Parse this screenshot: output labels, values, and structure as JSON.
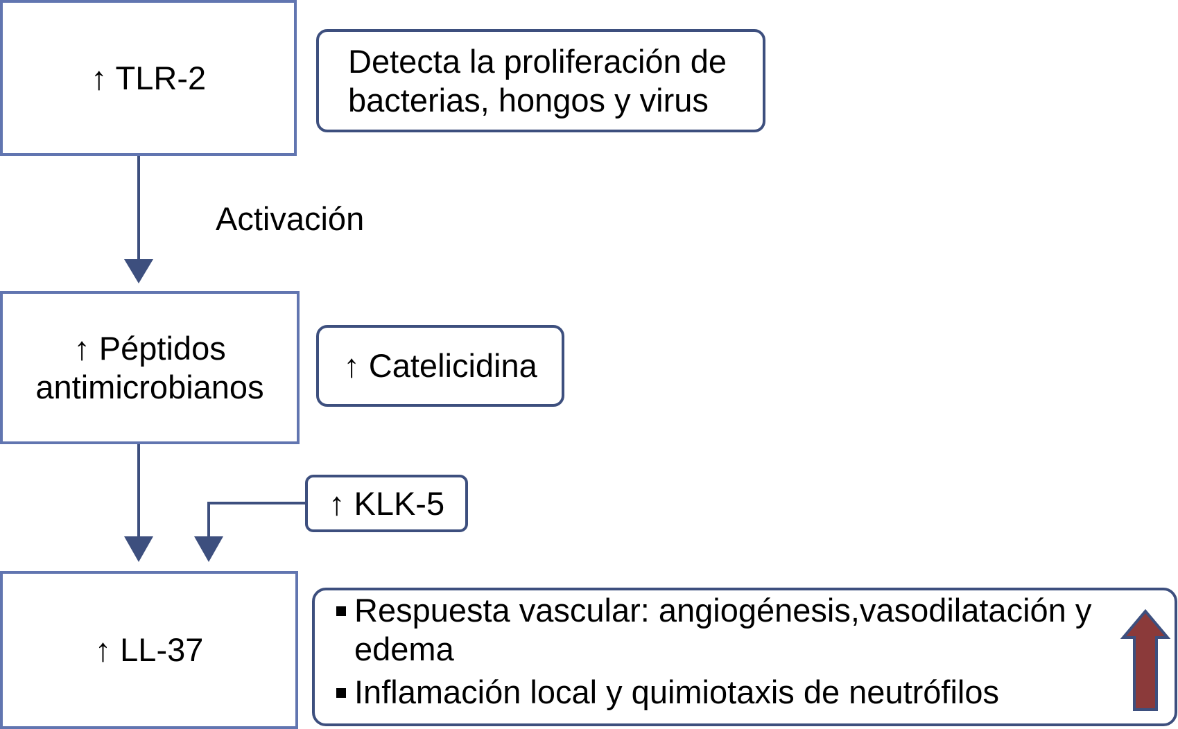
{
  "boxes": {
    "tlr2": "↑ TLR-2",
    "detecta_line1": "Detecta la proliferación de",
    "detecta_line2": "bacterias, hongos y virus",
    "peptidos_line1": "↑ Péptidos",
    "peptidos_line2": "antimicrobianos",
    "catelicidina": "↑ Catelicidina",
    "klk5": "↑ KLK-5",
    "ll37": "↑ LL-37"
  },
  "activacion_label": "Activación",
  "effects": [
    {
      "line1": "Respuesta vascular: angiogénesis,vasodilatación y",
      "line2": "edema"
    },
    {
      "line1": "Inflamación local y quimiotaxis de neutrófilos",
      "line2": ""
    }
  ],
  "colors": {
    "square_border": "#6175b0",
    "rounded_border": "#3d4f7e",
    "connector": "#3d4f7e",
    "up_arrow_fill": "#8b3a3a",
    "up_arrow_stroke": "#3d4f7e"
  }
}
